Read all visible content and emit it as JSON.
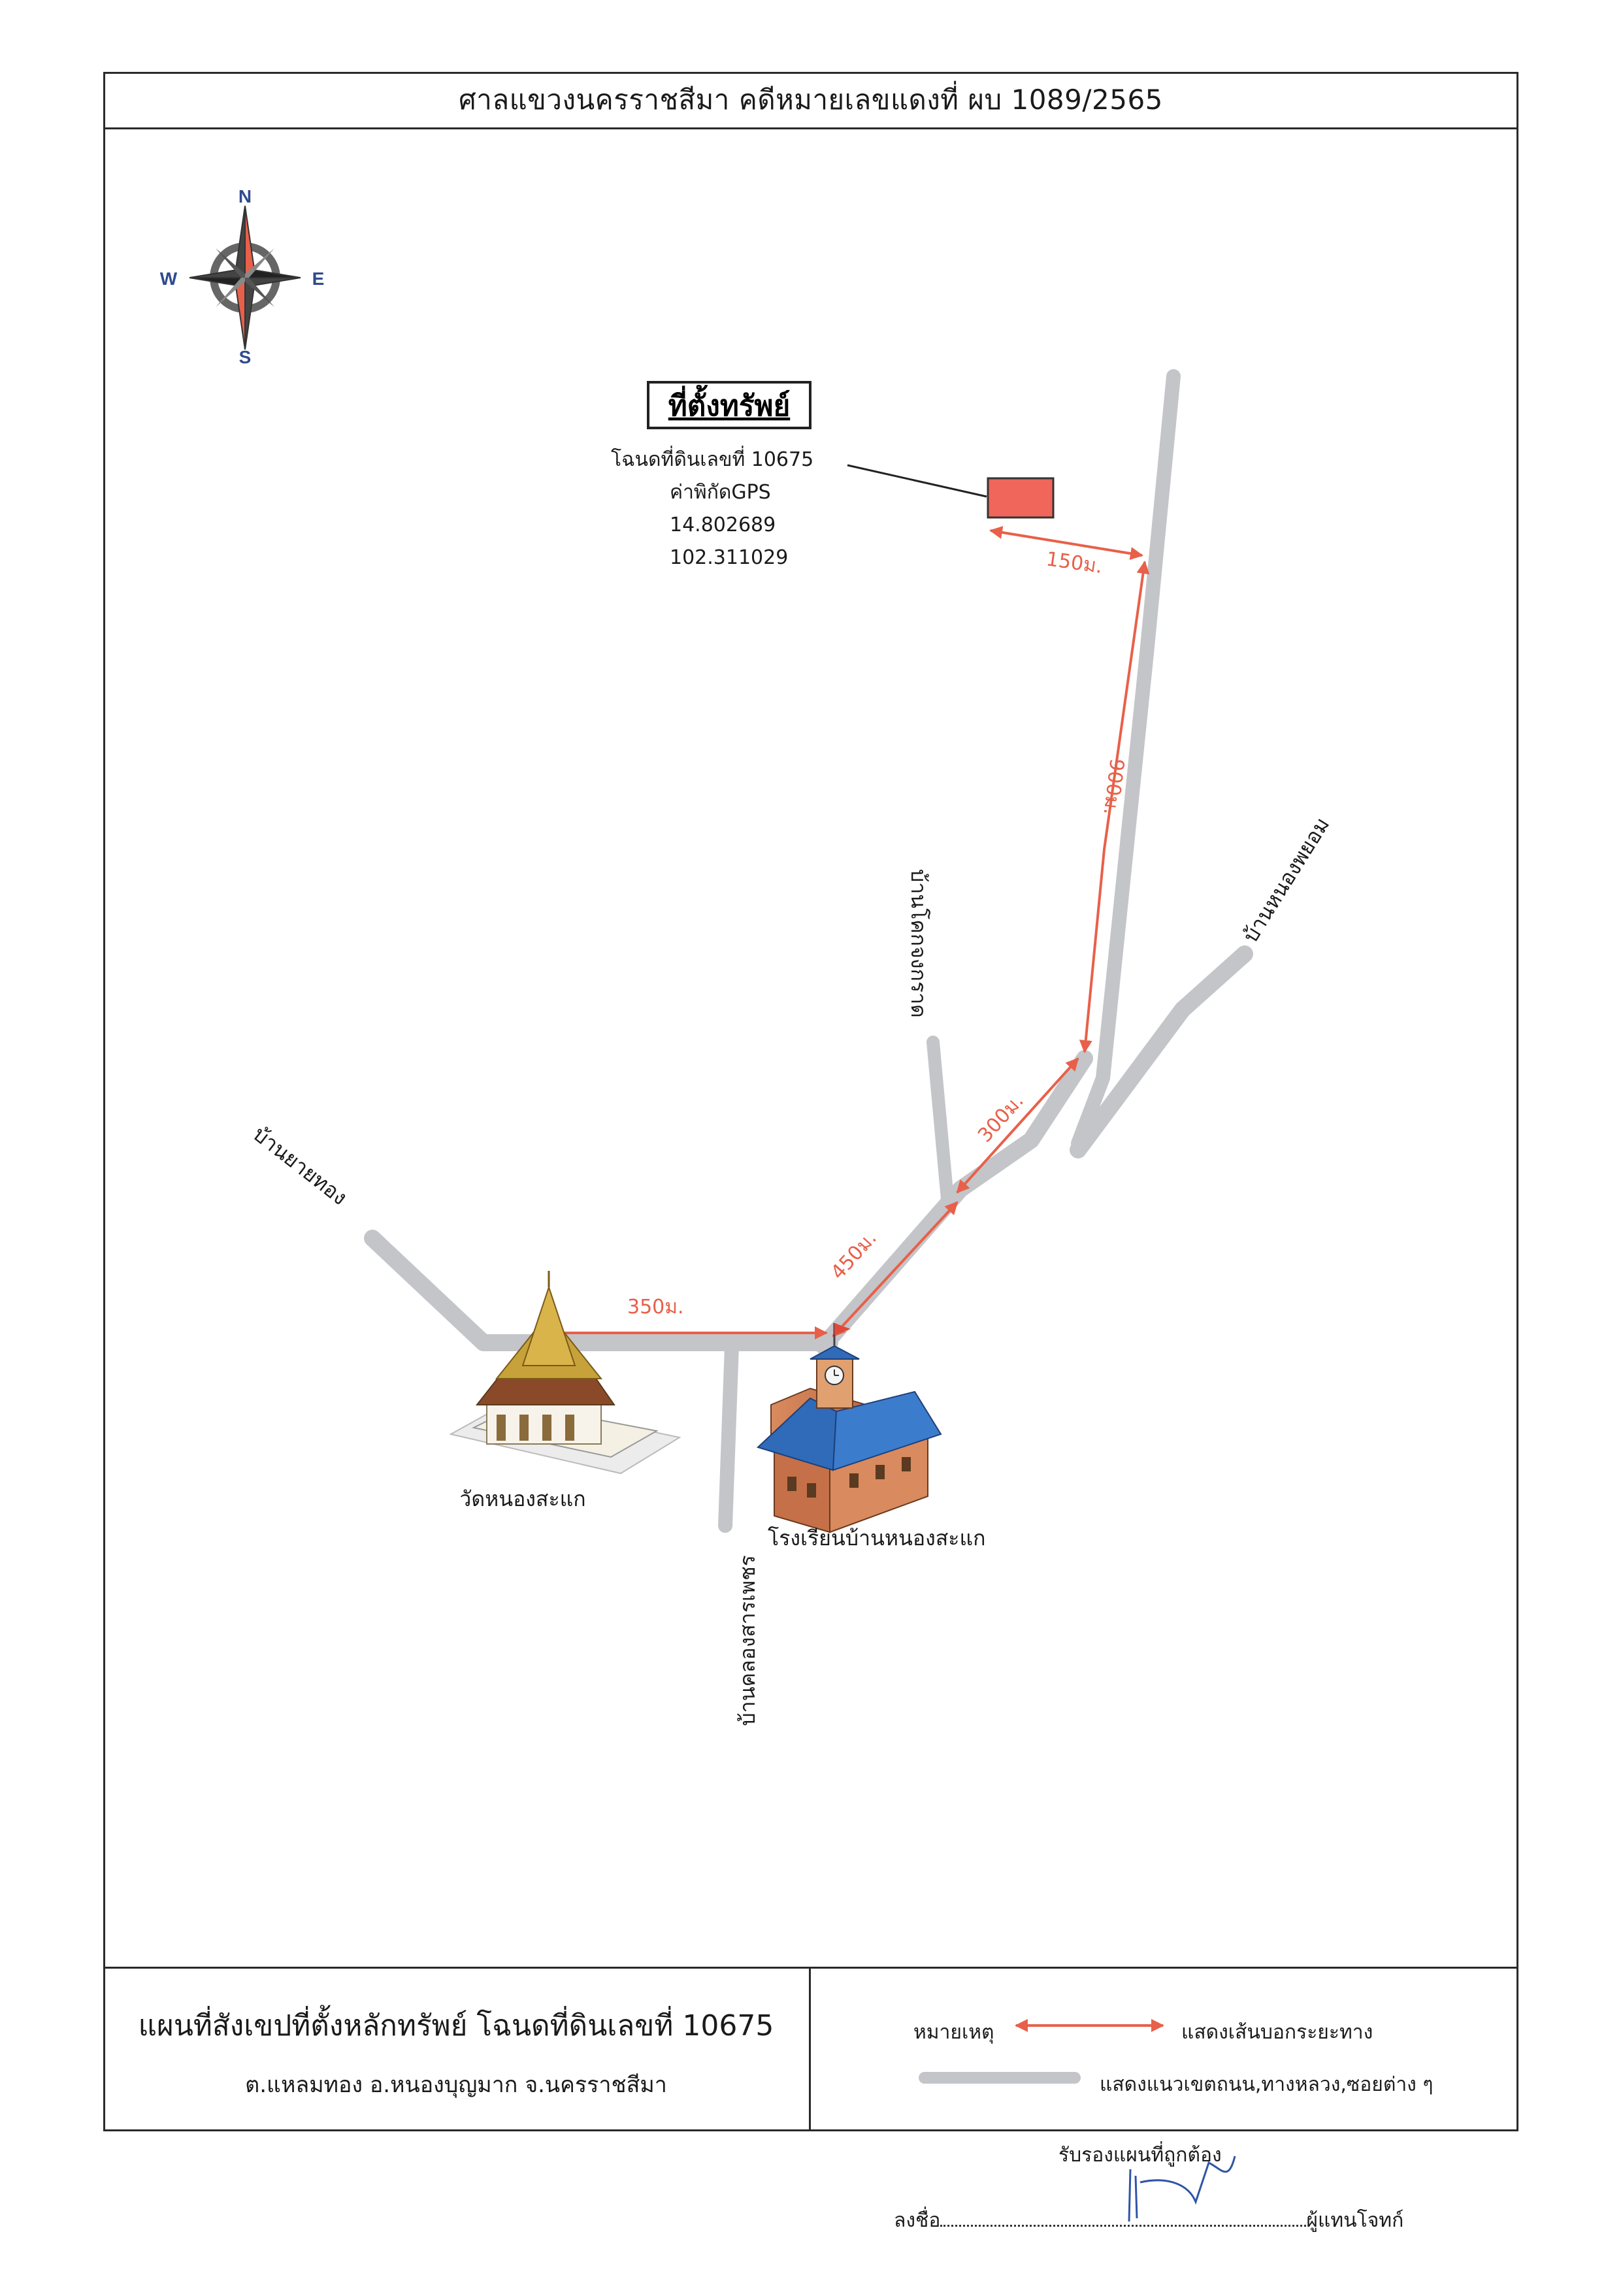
{
  "header": {
    "title": "ศาลแขวงนครราชสีมา คดีหมายเลขแดงที่ ผบ 1089/2565"
  },
  "compass": {
    "n": "N",
    "s": "S",
    "e": "E",
    "w": "W"
  },
  "property": {
    "heading": "ที่ตั้งทรัพย์",
    "deed_label": "โฉนดที่ดินเลขที่ 10675",
    "gps_label": "ค่าพิกัดGPS",
    "lat": "14.802689",
    "lon": "102.311029"
  },
  "distances": {
    "d150": "150ม.",
    "d900": "900ม.",
    "d300": "300ม.",
    "d450": "450ม.",
    "d350": "350ม."
  },
  "places": {
    "nong_phayom": "บ้านหนองพยอม",
    "khok_krat": "บ้านโคกจงกราด",
    "yai_thong": "บ้านยายทอง",
    "khlong_san_phet": "บ้านคลองสารเพชร",
    "temple": "วัดหนองสะแก",
    "school": "โรงเรียนบ้านหนองสะแก"
  },
  "footer": {
    "title": "แผนที่สังเขปที่ตั้งหลักทรัพย์ โฉนดที่ดินเลขที่ 10675",
    "subtitle": "ต.แหลมทอง  อ.หนองบุญมาก  จ.นครราชสีมา",
    "legend_key": "หมายเหตุ",
    "legend_route": "แสดงเส้นบอกระยะทาง",
    "legend_road": "แสดงแนวเขตถนน,ทางหลวง,ซอยต่าง ๆ"
  },
  "signature": {
    "certify": "รับรองแผนที่ถูกต้อง",
    "sign_prefix": "ลงชื่อ",
    "sign_suffix": "ผู้แทนโจทก์"
  },
  "colors": {
    "road": "#c3c5c9",
    "route": "#e8604a",
    "parcel": "#f0665a",
    "ink": "#1a1a1a"
  }
}
